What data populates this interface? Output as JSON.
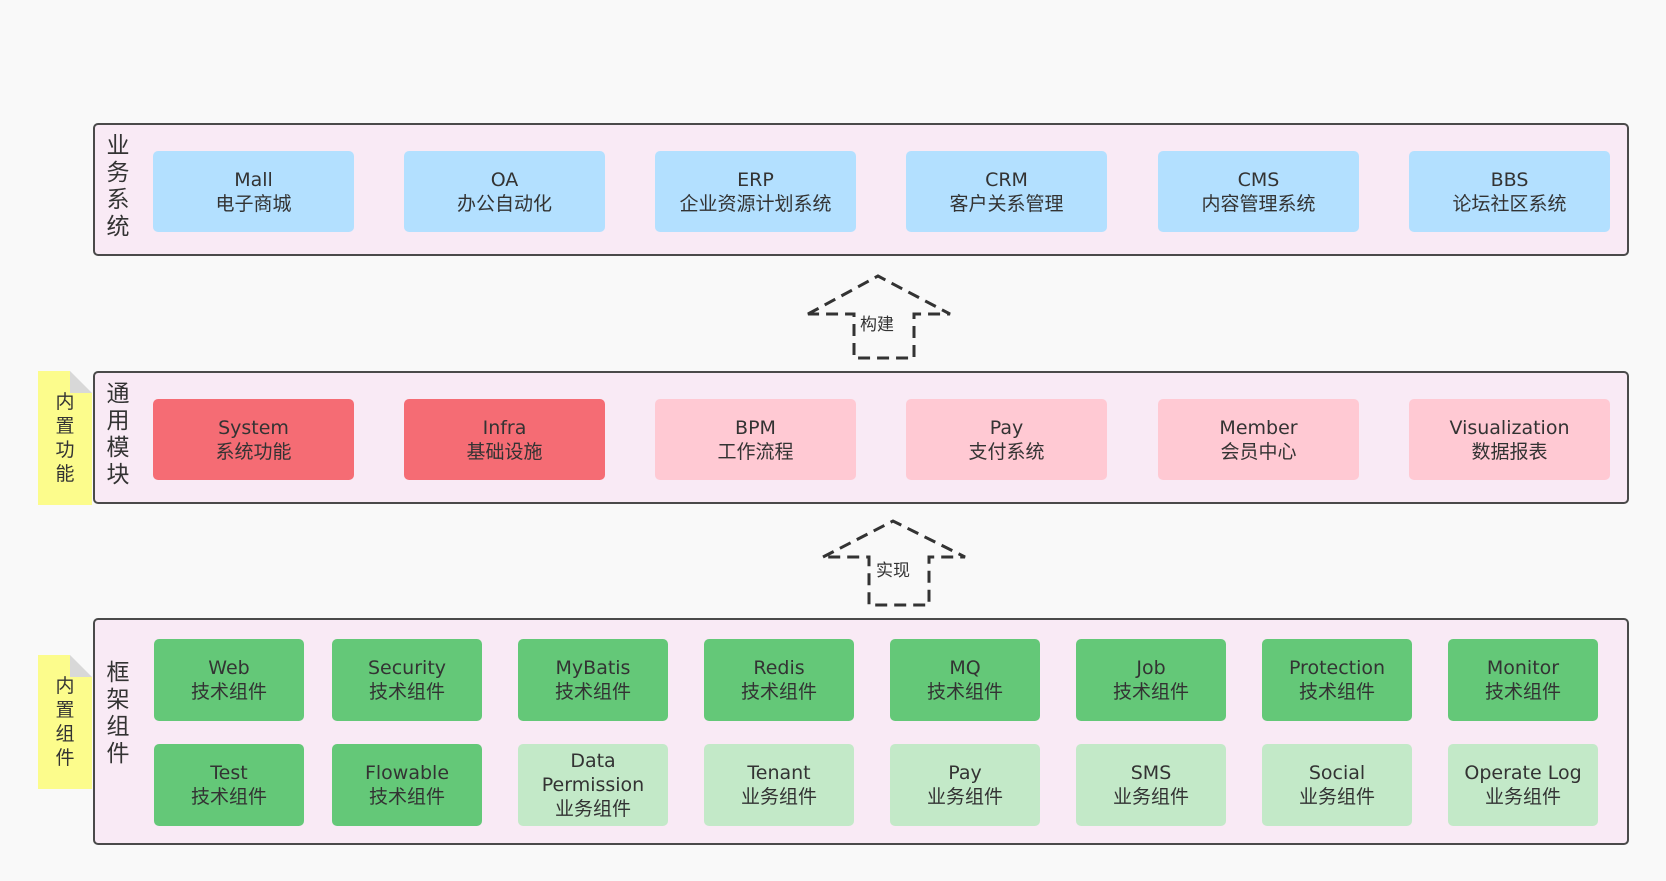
{
  "business": {
    "title_chars": [
      "业",
      "务",
      "系",
      "统"
    ],
    "items": [
      {
        "en": "Mall",
        "zh": "电子商城"
      },
      {
        "en": "OA",
        "zh": "办公自动化"
      },
      {
        "en": "ERP",
        "zh": "企业资源计划系统"
      },
      {
        "en": "CRM",
        "zh": "客户关系管理"
      },
      {
        "en": "CMS",
        "zh": "内容管理系统"
      },
      {
        "en": "BBS",
        "zh": "论坛社区系统"
      }
    ]
  },
  "arrows": {
    "build": "构建",
    "implement": "实现"
  },
  "modules": {
    "title_chars": [
      "通",
      "用",
      "模",
      "块"
    ],
    "note_chars": [
      "内",
      "置",
      "功",
      "能"
    ],
    "items": [
      {
        "en": "System",
        "zh": "系统功能"
      },
      {
        "en": "Infra",
        "zh": "基础设施"
      },
      {
        "en": "BPM",
        "zh": "工作流程"
      },
      {
        "en": "Pay",
        "zh": "支付系统"
      },
      {
        "en": "Member",
        "zh": "会员中心"
      },
      {
        "en": "Visualization",
        "zh": "数据报表"
      }
    ]
  },
  "framework": {
    "title_chars": [
      "框",
      "架",
      "组",
      "件"
    ],
    "note_chars": [
      "内",
      "置",
      "组",
      "件"
    ],
    "row1": [
      {
        "en": "Web",
        "zh": "技术组件"
      },
      {
        "en": "Security",
        "zh": "技术组件"
      },
      {
        "en": "MyBatis",
        "zh": "技术组件"
      },
      {
        "en": "Redis",
        "zh": "技术组件"
      },
      {
        "en": "MQ",
        "zh": "技术组件"
      },
      {
        "en": "Job",
        "zh": "技术组件"
      },
      {
        "en": "Protection",
        "zh": "技术组件"
      },
      {
        "en": "Monitor",
        "zh": "技术组件"
      }
    ],
    "row2": [
      {
        "en": "Test",
        "zh": "技术组件"
      },
      {
        "en": "Flowable",
        "zh": "技术组件"
      },
      {
        "en": "Data Permission",
        "zh": "业务组件"
      },
      {
        "en": "Tenant",
        "zh": "业务组件"
      },
      {
        "en": "Pay",
        "zh": "业务组件"
      },
      {
        "en": "SMS",
        "zh": "业务组件"
      },
      {
        "en": "Social",
        "zh": "业务组件"
      },
      {
        "en": "Operate Log",
        "zh": "业务组件"
      }
    ]
  },
  "colors": {
    "layer_bg": "#f9eaf5",
    "business_box": "#b3e0ff",
    "module_builtin": "#f56c74",
    "module_other": "#ffc9d3",
    "tech_component": "#64c878",
    "biz_component": "#c3e9c8",
    "note": "#fcfc8c"
  }
}
